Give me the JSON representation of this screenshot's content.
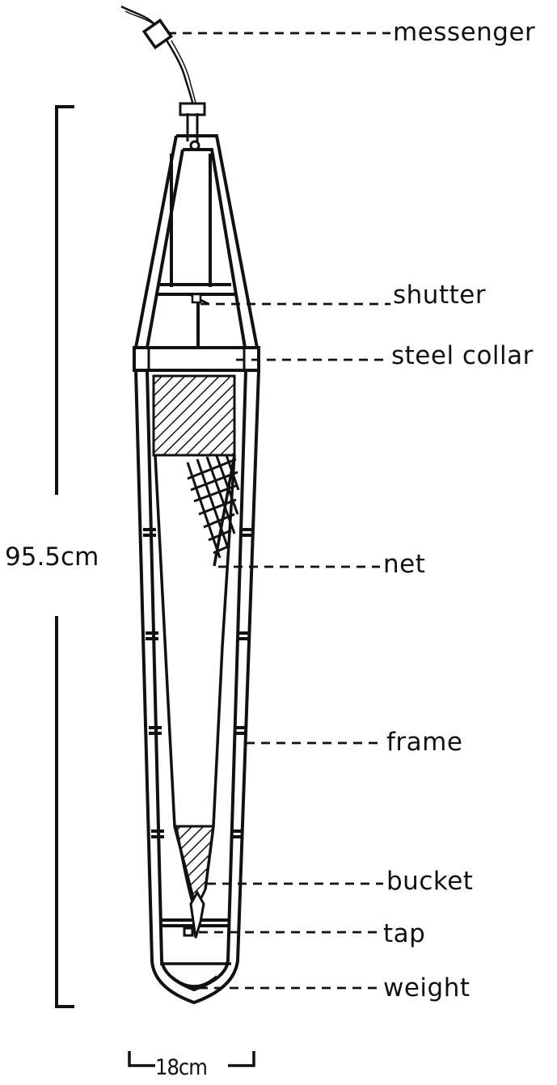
{
  "labels": {
    "messenger": "messenger",
    "shutter": "shutter",
    "steel_collar": "steel collar",
    "net": "net",
    "frame": "frame",
    "bucket": "bucket",
    "tap": "tap",
    "weight": "weight"
  },
  "dimensions": {
    "height": "95.5cm",
    "width": "18cm"
  }
}
